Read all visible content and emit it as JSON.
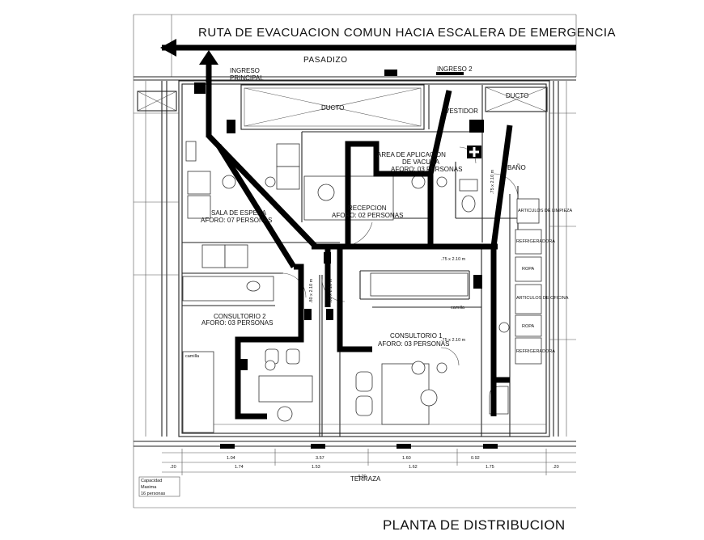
{
  "header": {
    "evac_route": "RUTA DE EVACUACION COMUN HACIA ESCALERA DE EMERGENCIA",
    "corridor": "PASADIZO"
  },
  "entrances": {
    "main": [
      "INGRESO",
      "PRINCIPAL"
    ],
    "secondary": "INGRESO 2"
  },
  "rooms": {
    "ducto_1": "DUCTO",
    "ducto_2": "DUCTO",
    "vestidor": "VESTIDOR",
    "bano": "BAÑO",
    "vacuna_area": [
      "AREA DE APLICACION",
      "DE VACUNA",
      "AFORO: 03 PERSONAS"
    ],
    "sala_espera": [
      "SALA DE ESPERA",
      "AFORO: 07 PERSONAS"
    ],
    "recepcion": [
      "RECEPCION",
      "AFORO: 02 PERSONAS"
    ],
    "consultorio_2": [
      "CONSULTORIO 2",
      "AFORO: 03 PERSONAS"
    ],
    "consultorio_1": [
      "CONSULTORIO 1",
      "AFORO: 03 PERSONAS"
    ]
  },
  "furniture": {
    "camilla_1": "camilla",
    "camilla_2": "camilla",
    "shelves": [
      "ARTICULOS DE LIMPIEZA",
      "REFRIGERADORA",
      "ROPA",
      "ARTICULOS DE OFICINA",
      "ROPA",
      "REFRIGERADORA"
    ]
  },
  "dimensions": {
    "door_1": ".75 x 2.10 m",
    "door_2": ".75 x 2.10 m",
    "door_3": ".80 x 2.10 m",
    "door_4": ".80 x 2.10 m",
    "door_5": ".75 x 2.10 m",
    "row_1": [
      "1.04",
      "3.57",
      "1.60",
      "0.92"
    ],
    "row_2": [
      ".20",
      "1.74",
      "1.53",
      "1.62",
      "1.75",
      ".20"
    ],
    "total": "4.20"
  },
  "capacity": [
    "Capacidad",
    "Maxima",
    "16 personas"
  ],
  "terrace": "TERRAZA",
  "title": "PLANTA DE DISTRIBUCION"
}
